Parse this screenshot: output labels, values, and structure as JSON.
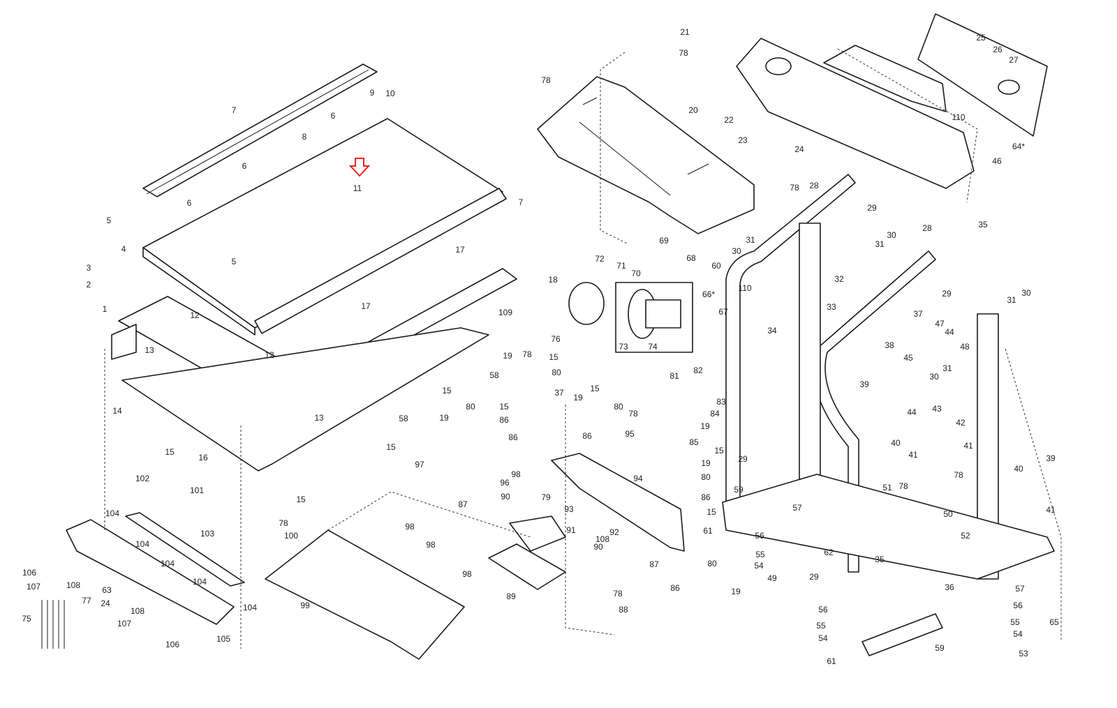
{
  "diagram": {
    "type": "exploded parts diagram",
    "highlight_color": "#e8231e",
    "highlighted_part": "11",
    "highlight_marker": "arrow-down-icon",
    "part_labels": [
      "7",
      "9",
      "10",
      "6",
      "8",
      "6",
      "11",
      "6",
      "7",
      "5",
      "4",
      "5",
      "3",
      "2",
      "1",
      "12",
      "17",
      "18",
      "17",
      "109",
      "13",
      "12",
      "14",
      "16",
      "15",
      "13",
      "58",
      "15",
      "15",
      "58",
      "19",
      "78",
      "15",
      "80",
      "76",
      "37",
      "15",
      "80",
      "86",
      "19",
      "86",
      "97",
      "98",
      "96",
      "87",
      "90",
      "102",
      "101",
      "15",
      "78",
      "100",
      "104",
      "103",
      "104",
      "104",
      "104",
      "104",
      "106",
      "107",
      "108",
      "77",
      "63",
      "75",
      "24",
      "108",
      "107",
      "106",
      "105",
      "98",
      "98",
      "98",
      "99",
      "89",
      "79",
      "93",
      "91",
      "78",
      "88",
      "87",
      "86",
      "19",
      "80",
      "15",
      "108",
      "92",
      "90",
      "94",
      "95",
      "78",
      "80",
      "15",
      "19",
      "86",
      "81",
      "82",
      "83",
      "84",
      "19",
      "85",
      "15",
      "19",
      "80",
      "86",
      "72",
      "71",
      "70",
      "69",
      "68",
      "66*",
      "67",
      "73",
      "74",
      "78",
      "78",
      "21",
      "20",
      "22",
      "23",
      "78",
      "24",
      "28",
      "29",
      "30",
      "31",
      "28",
      "46",
      "110",
      "25",
      "26",
      "27",
      "64*",
      "35",
      "31",
      "30",
      "60",
      "32",
      "110",
      "33",
      "34",
      "29",
      "30",
      "31",
      "37",
      "47",
      "44",
      "48",
      "38",
      "45",
      "31",
      "30",
      "39",
      "43",
      "44",
      "42",
      "41",
      "40",
      "41",
      "29",
      "59",
      "57",
      "61",
      "56",
      "55",
      "54",
      "49",
      "51",
      "78",
      "50",
      "52",
      "78",
      "40",
      "39",
      "41",
      "62",
      "35",
      "36",
      "29",
      "57",
      "56",
      "55",
      "54",
      "65",
      "53",
      "59",
      "56",
      "55",
      "54",
      "61"
    ]
  }
}
